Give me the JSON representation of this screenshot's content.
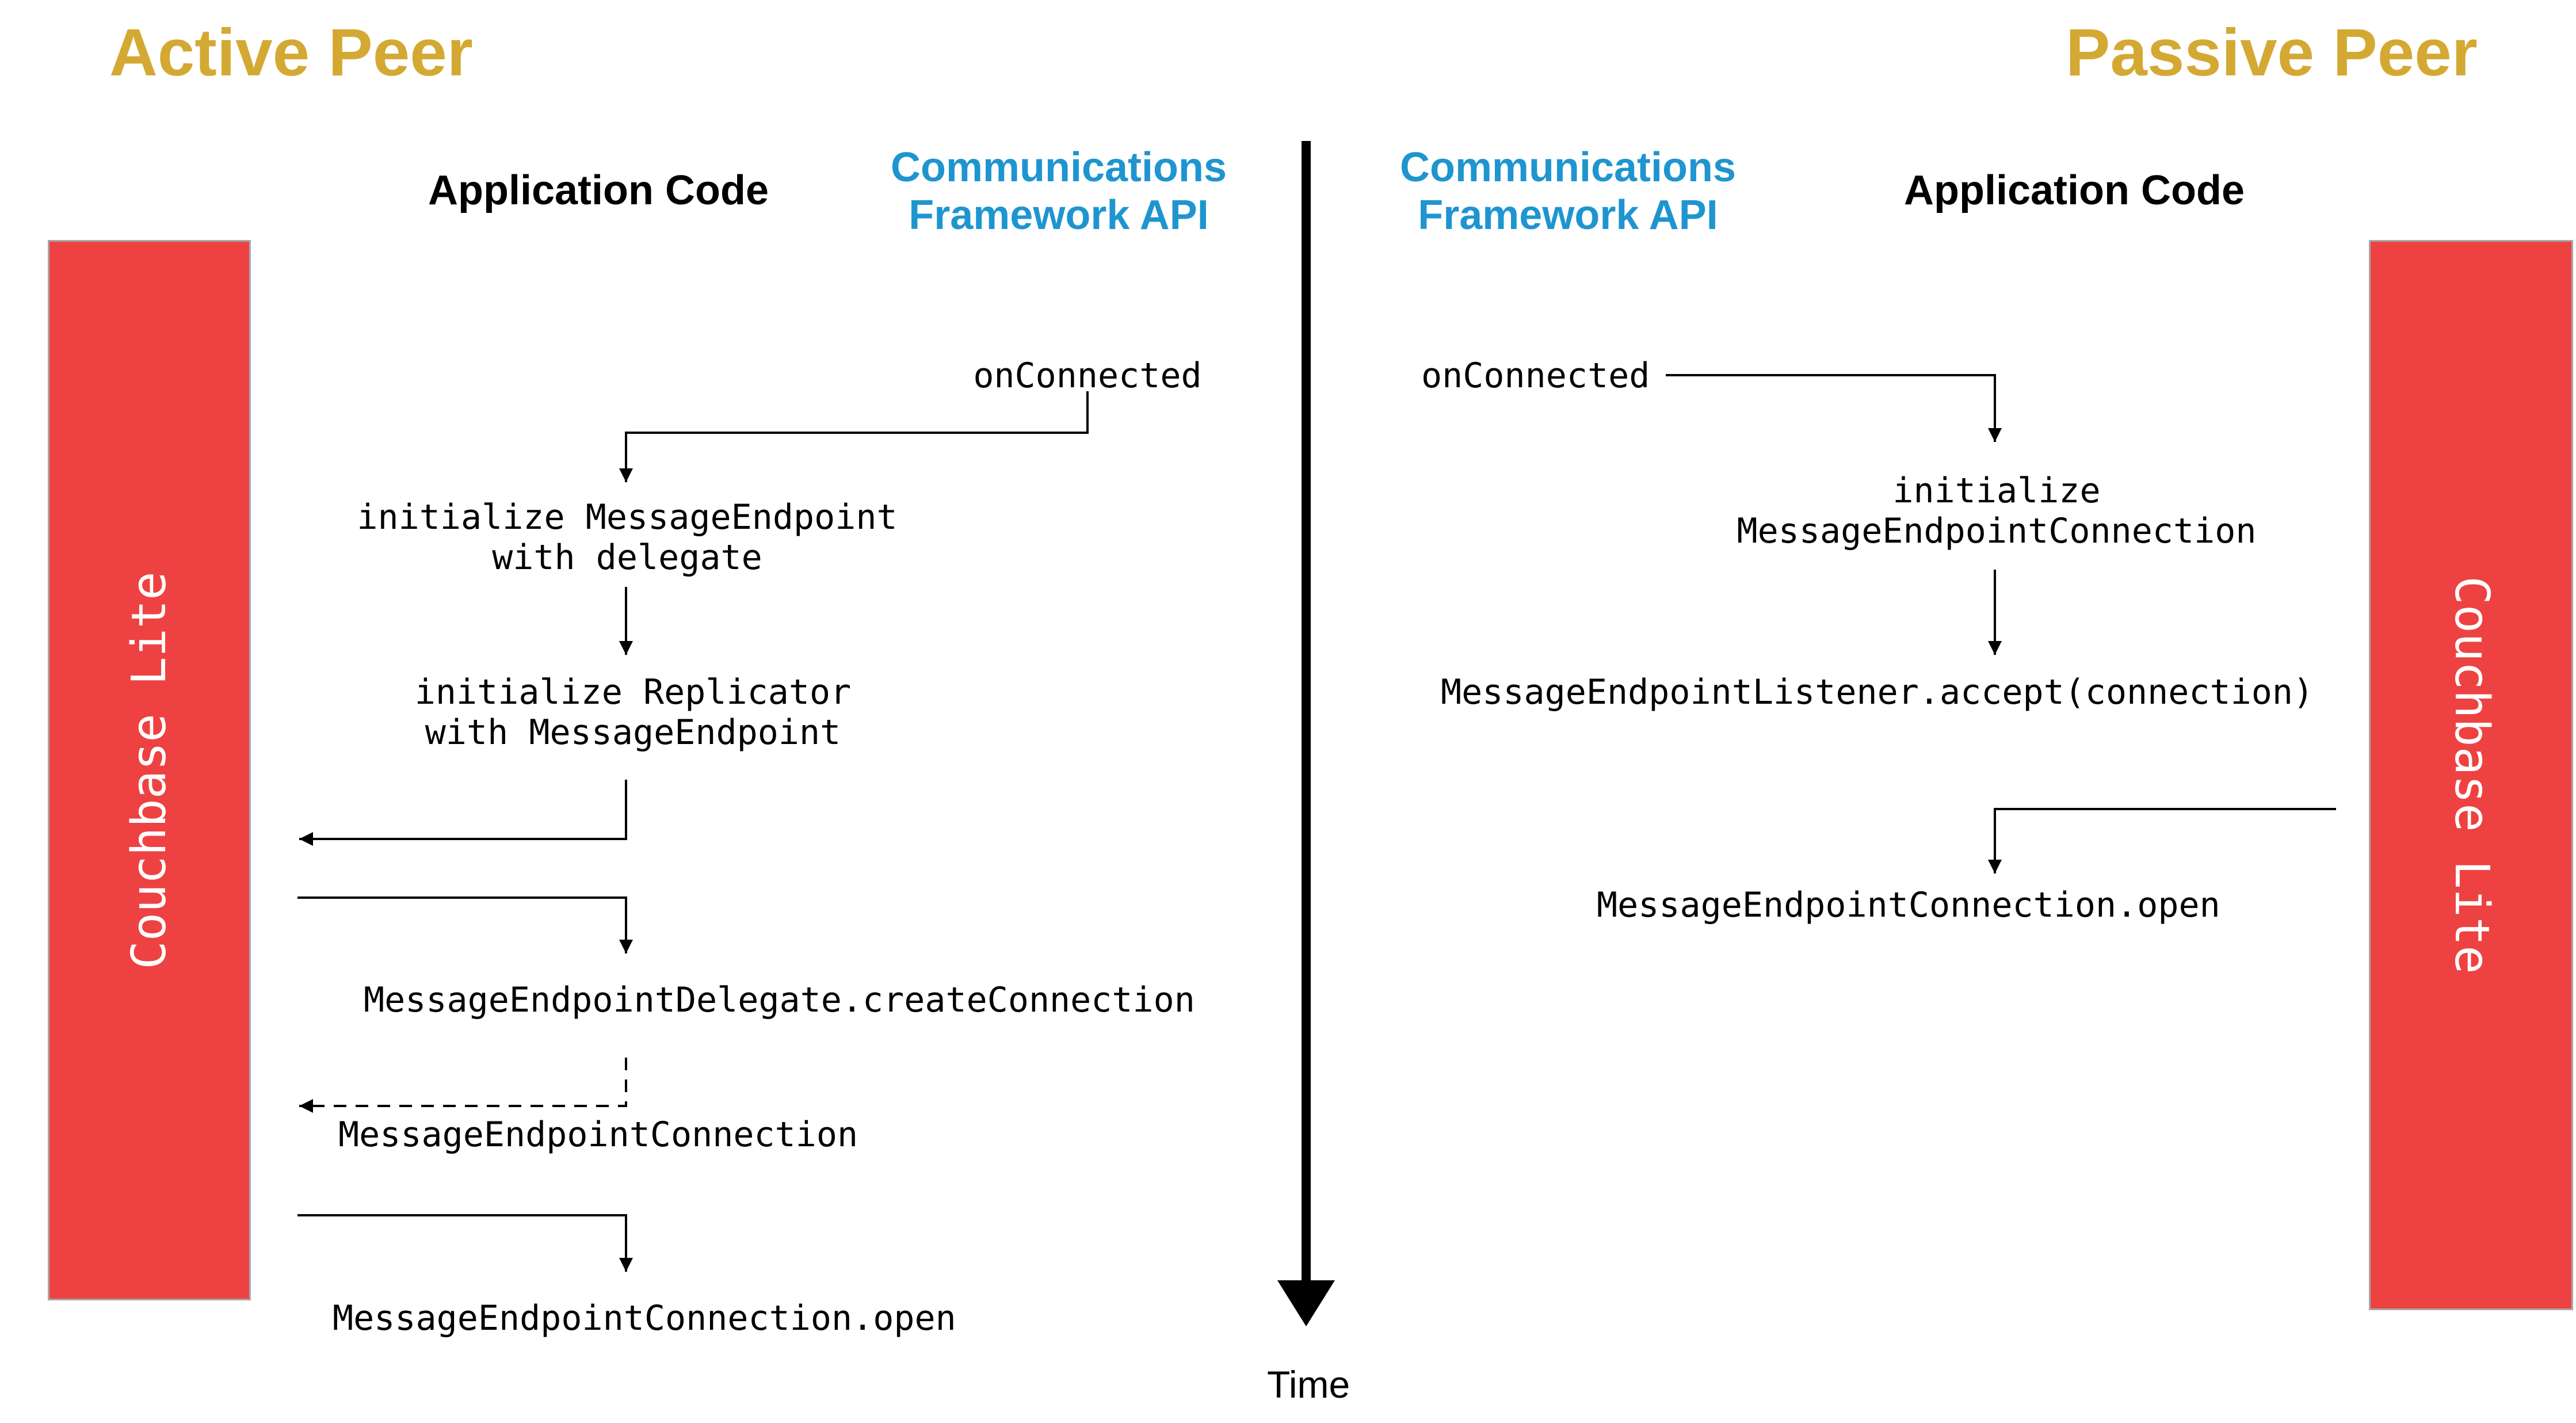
{
  "titles": {
    "active": "Active Peer",
    "passive": "Passive Peer"
  },
  "active": {
    "app_code_heading": "Application Code",
    "framework_heading_line1": "Communications",
    "framework_heading_line2": "Framework API",
    "block_label": "Couchbase Lite",
    "steps": {
      "on_connected": "onConnected",
      "init_endpoint_line1": "initialize MessageEndpoint",
      "init_endpoint_line2": "with delegate",
      "init_replicator_line1": "initialize Replicator",
      "init_replicator_line2": "with MessageEndpoint",
      "create_connection": "MessageEndpointDelegate.createConnection",
      "connection_return": "MessageEndpointConnection",
      "connection_open": "MessageEndpointConnection.open"
    }
  },
  "passive": {
    "app_code_heading": "Application Code",
    "framework_heading_line1": "Communications",
    "framework_heading_line2": "Framework API",
    "block_label": "Couchbase Lite",
    "steps": {
      "on_connected": "onConnected",
      "init_connection_line1": "initialize",
      "init_connection_line2": "MessageEndpointConnection",
      "listener_accept": "MessageEndpointListener.accept(connection)",
      "connection_open": "MessageEndpointConnection.open"
    }
  },
  "timeline": {
    "label": "Time"
  },
  "colors": {
    "title": "#d4a933",
    "framework_heading": "#1f95d0",
    "couchbase_block": "#ee4242",
    "line": "#000000"
  }
}
